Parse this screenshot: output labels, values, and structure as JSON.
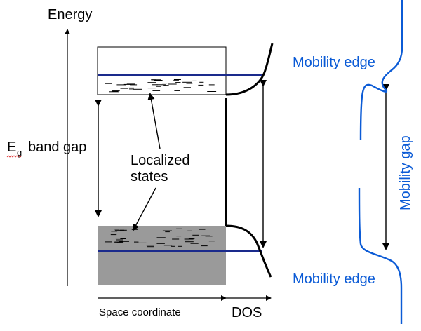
{
  "axis": {
    "energy_label": "Energy",
    "space_label": "Space coordinate",
    "dos_label": "DOS"
  },
  "band_gap": {
    "symbol": "E",
    "subscript": "g",
    "text": "band gap"
  },
  "localized": {
    "line1": "Localized",
    "line2": "states"
  },
  "mobility": {
    "edge_top": "Mobility edge",
    "edge_bottom": "Mobility edge",
    "gap": "Mobility gap"
  },
  "colors": {
    "accent_blue": "#0b5bd6",
    "navy_line": "#1a2a8c",
    "valence_fill": "#9a9a9a",
    "ink": "#000000"
  }
}
